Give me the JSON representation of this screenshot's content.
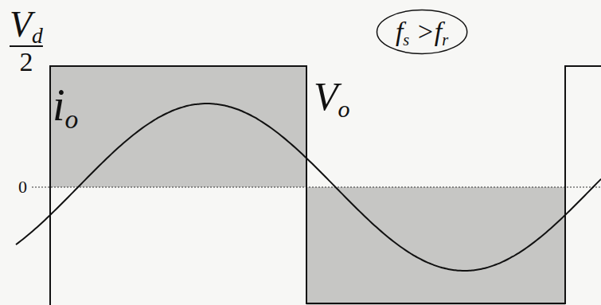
{
  "diagram": {
    "nodes": [
      {
        "text": [
          "fs >fr"
        ]
      }
    ],
    "labels": [
      "Vd",
      "2",
      "0",
      "Vo",
      "io"
    ]
  }
}
